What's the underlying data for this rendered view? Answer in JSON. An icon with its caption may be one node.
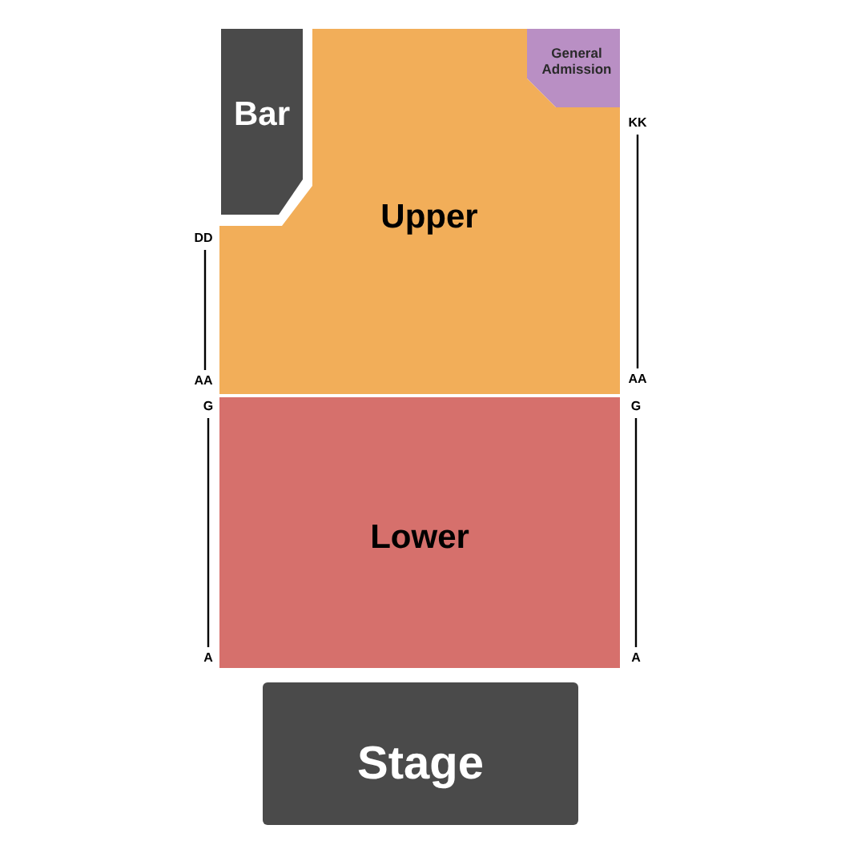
{
  "diagram": {
    "nodes": [
      {
        "text": [
          "Bar"
        ]
      },
      {
        "text": [
          "General Admission"
        ]
      },
      {
        "text": [
          "Upper"
        ]
      },
      {
        "text": [
          "Lower"
        ]
      },
      {
        "text": [
          "Stage"
        ]
      }
    ],
    "labels": [
      "KK",
      "DD",
      "AA",
      "AA",
      "G",
      "G",
      "A",
      "A"
    ]
  }
}
